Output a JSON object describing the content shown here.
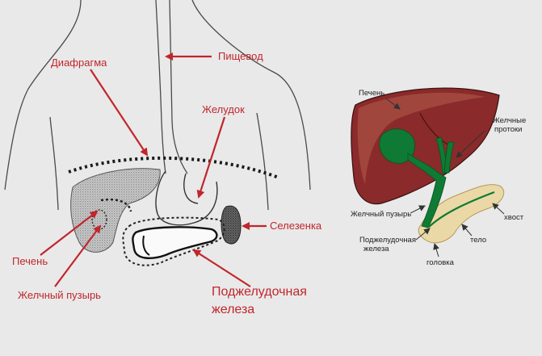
{
  "left_figure": {
    "labels": {
      "esophagus": "Пищевод",
      "diaphragm": "Диафрагма",
      "stomach": "Желудок",
      "spleen": "Селезенка",
      "liver": "Печень",
      "gallbladder": "Желчный пузырь",
      "pancreas_line1": "Поджелудочная",
      "pancreas_line2": "железа"
    }
  },
  "right_figure": {
    "labels": {
      "liver": "Печень",
      "bile_ducts_line1": "Желчные",
      "bile_ducts_line2": "протоки",
      "gallbladder": "Желчный пузырь",
      "pancreas_line1": "Поджелудочная",
      "pancreas_line2": "железа",
      "tail": "хвост",
      "body": "тело",
      "head": "головка"
    }
  },
  "colors": {
    "label_red": "#c0262c",
    "arrow_red": "#c0262c",
    "liver_brown": "#8a2a2a",
    "liver_highlight": "#a0463c",
    "bile_green": "#0f7a33",
    "pancreas_tan": "#ead8a6",
    "background": "#e9e9e9"
  }
}
